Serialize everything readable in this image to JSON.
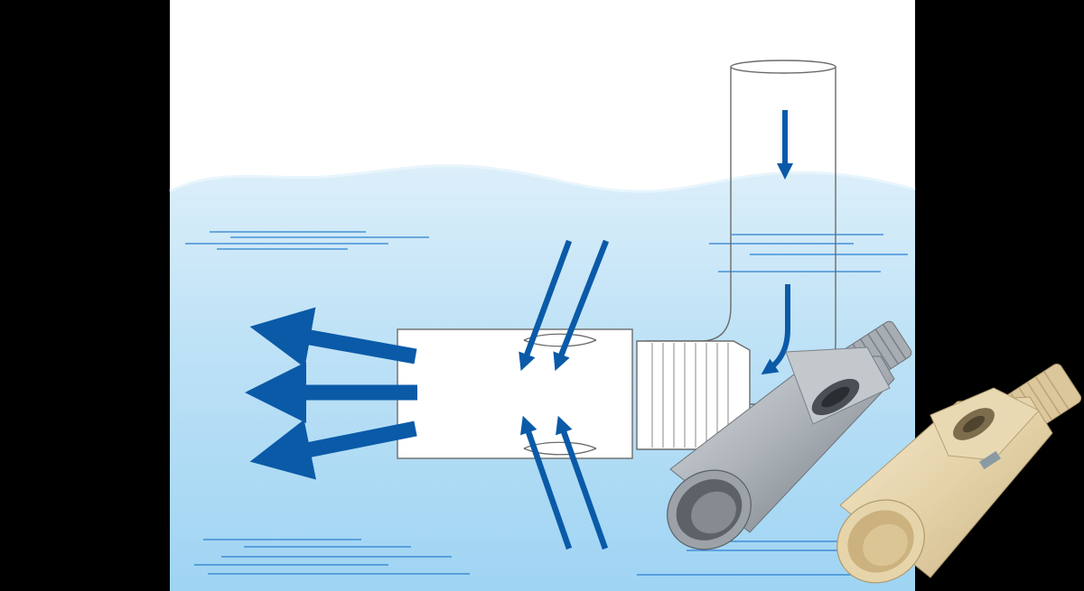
{
  "diagram": {
    "description_icons": {
      "pipe": "l-shaped-supply-pipe",
      "eductor": "tank-mixing-eductor",
      "steel_product": "stainless-steel-eductor-photo",
      "plastic_product": "polypropylene-eductor-photo"
    },
    "colors": {
      "background": "#000000",
      "sky": "#ffffff",
      "water_top": "#cde8f7",
      "water_bottom": "#9ed3f2",
      "arrow": "#0a5aa8",
      "wave_line": "#2a7fd0",
      "outline": "#6b6b6b",
      "steel": "#b7bcc2",
      "plastic": "#e8d8b4"
    },
    "flow": {
      "supply_direction": "down",
      "induced_inlets": 2,
      "discharge_arrows": 3
    }
  }
}
